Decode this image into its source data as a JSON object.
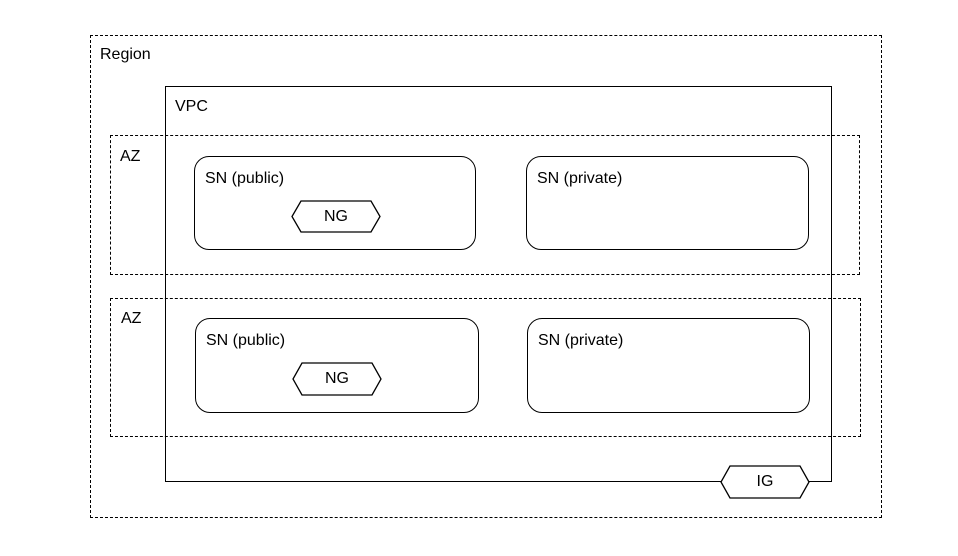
{
  "region": {
    "label": "Region"
  },
  "vpc": {
    "label": "VPC"
  },
  "availability_zones": [
    {
      "label": "AZ",
      "subnets": [
        {
          "label": "SN (public)",
          "gateway": "NG"
        },
        {
          "label": "SN (private)"
        }
      ]
    },
    {
      "label": "AZ",
      "subnets": [
        {
          "label": "SN (public)",
          "gateway": "NG"
        },
        {
          "label": "SN (private)"
        }
      ]
    }
  ],
  "internet_gateway": {
    "label": "IG"
  }
}
